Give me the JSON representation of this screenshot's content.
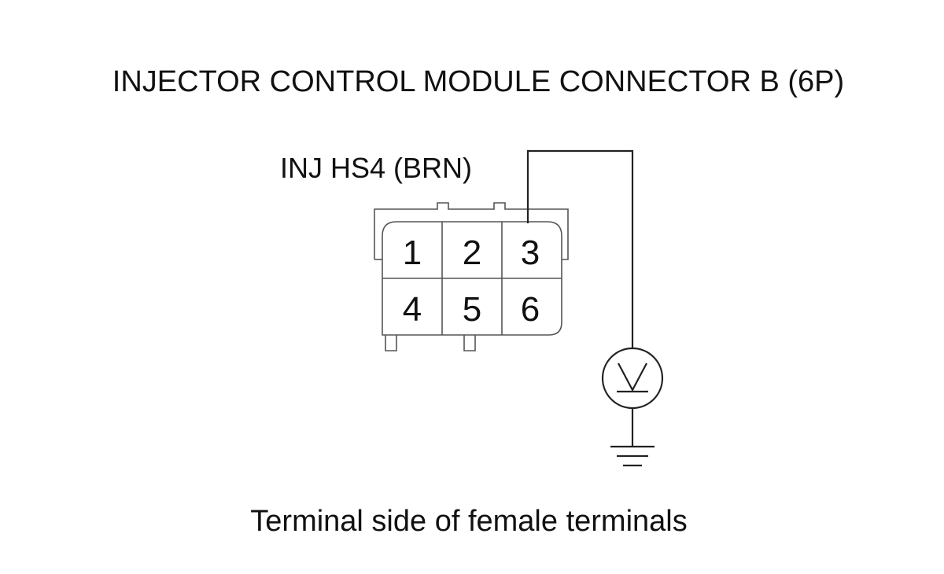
{
  "title": "INJECTOR CONTROL MODULE CONNECTOR B (6P)",
  "wire_label": "INJ HS4 (BRN)",
  "caption": "Terminal side of female terminals",
  "terminals": {
    "t1": "1",
    "t2": "2",
    "t3": "3",
    "t4": "4",
    "t5": "5",
    "t6": "6"
  },
  "probe_terminal": "3",
  "meter": "voltmeter",
  "ground": "ground-symbol",
  "colors": {
    "line": "#222222",
    "connector_outline": "#555555",
    "text": "#111111"
  }
}
